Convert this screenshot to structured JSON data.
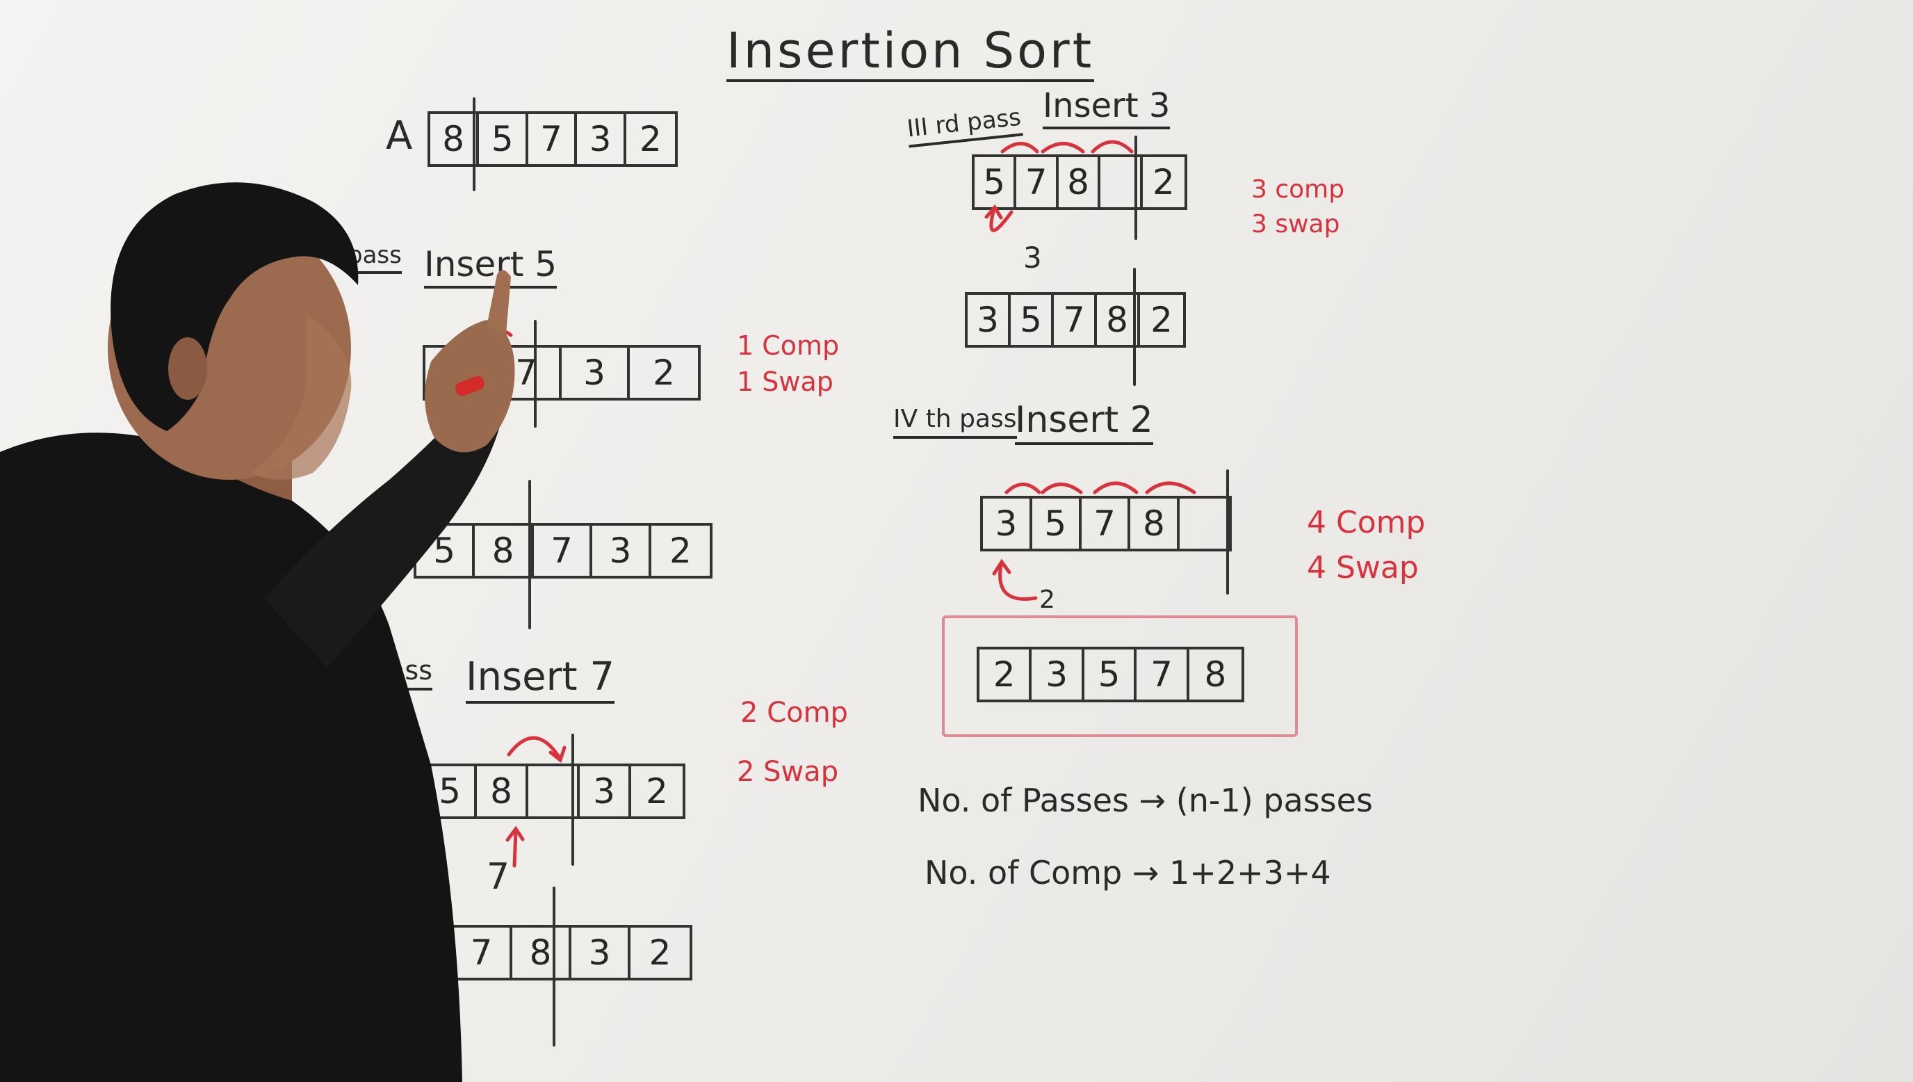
{
  "title": "Insertion Sort",
  "initial": {
    "label": "A",
    "cells": [
      "8",
      "5",
      "7",
      "3",
      "2"
    ]
  },
  "pass1": {
    "label": "pass",
    "heading": "Insert 5",
    "cells_a": [
      "",
      "7",
      "3",
      "2"
    ],
    "cells_b": [
      "5",
      "8",
      "7",
      "3",
      "2"
    ],
    "comp": "1 Comp",
    "swap": "1 Swap"
  },
  "pass2": {
    "label": "pass",
    "heading": "Insert 7",
    "cells_a": [
      "5",
      "8",
      "",
      "3",
      "2"
    ],
    "pending": "7",
    "cells_b": [
      "7",
      "8",
      "3",
      "2"
    ],
    "comp": "2 Comp",
    "swap": "2 Swap"
  },
  "pass3": {
    "label": "III rd pass",
    "heading": "Insert 3",
    "cells_a": [
      "5",
      "7",
      "8",
      "",
      "2"
    ],
    "pending": "3",
    "cells_b": [
      "3",
      "5",
      "7",
      "8",
      "2"
    ],
    "comp": "3 comp",
    "swap": "3 swap"
  },
  "pass4": {
    "label": "IV th pass",
    "heading": "Insert 2",
    "cells_a": [
      "3",
      "5",
      "7",
      "8",
      ""
    ],
    "pending": "2",
    "cells_b": [
      "2",
      "3",
      "5",
      "7",
      "8"
    ],
    "comp": "4 Comp",
    "swap": "4 Swap"
  },
  "notes": {
    "passes": "No. of Passes → (n-1) passes",
    "comps": "No. of Comp → 1+2+3+4"
  },
  "colors": {
    "ink": "#2a2a2a",
    "marker_red": "#d8323d",
    "board": "#efedea",
    "shirt": "#141414"
  }
}
